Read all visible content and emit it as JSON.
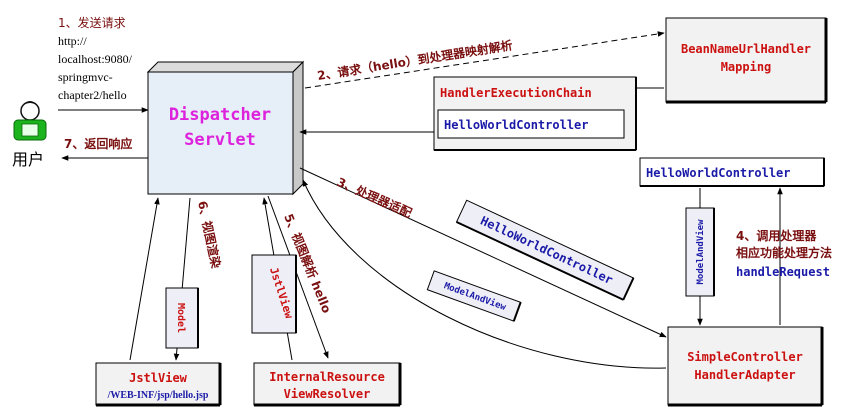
{
  "user": {
    "label": "用户"
  },
  "steps": {
    "send_request": [
      "1、发送请求",
      "http://",
      "localhost:9080/",
      "springmvc-",
      "chapter2/hello"
    ],
    "return_response": "7、返回响应",
    "mapping": "2、请求（hello）到处理器映射解析",
    "adapt": "3、处理器适配",
    "invoke": [
      "4、调用处理器",
      "相应功能处理方法"
    ],
    "invoke_method": "handleRequest",
    "view_resolve": "5、视图解析 hello",
    "view_render": "6、视图渲染"
  },
  "nodes": {
    "dispatcher": [
      "Dispatcher",
      "Servlet"
    ],
    "mapping": [
      "BeanNameUrlHandler",
      "Mapping"
    ],
    "chain_title": "HandlerExecutionChain",
    "chain_controller": "HelloWorldController",
    "controller": "HelloWorldController",
    "adapter": [
      "SimpleController",
      "HandlerAdapter"
    ],
    "resolver": [
      "InternalResource",
      "ViewResolver"
    ],
    "jstlview": "JstlView",
    "jstlview_path": "/WEB-INF/jsp/hello.jsp"
  },
  "tags": {
    "adapt_controller": "HelloWorldController",
    "model_and_view_adapter": "ModelAndView",
    "model_and_view_controller": "ModelAndView",
    "jstlview": "JstlView",
    "model": "Model"
  },
  "colors": {
    "title_red": "#cc1111",
    "blue_text": "#1a1aa8",
    "magenta": "#dd22dd",
    "label_red": "#7a1010",
    "box_fill": "#f2f2f2",
    "tag_fill": "#eeeef6",
    "person_green": "#1cb41c"
  }
}
